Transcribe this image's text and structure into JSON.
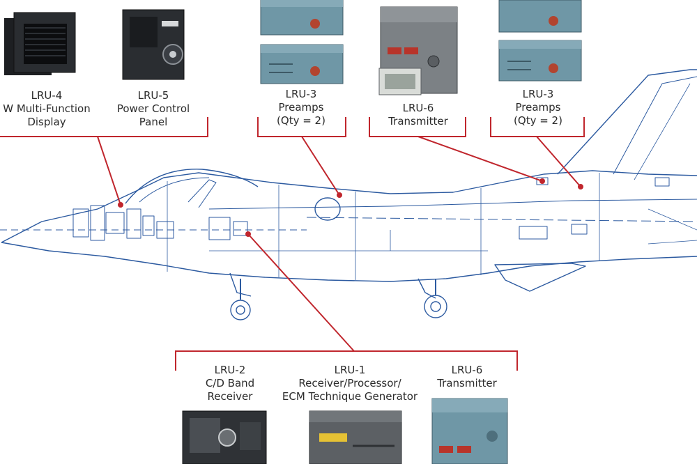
{
  "labels": {
    "lru4": {
      "code": "LRU-4",
      "line1": "W Multi-Function",
      "line2": "Display"
    },
    "lru5": {
      "code": "LRU-5",
      "line1": "Power Control",
      "line2": "Panel"
    },
    "lru3_left": {
      "code": "LRU-3",
      "line1": "Preamps",
      "line2": "(Qty = 2)"
    },
    "lru6_top": {
      "code": "LRU-6",
      "line1": "Transmitter"
    },
    "lru3_right": {
      "code": "LRU-3",
      "line1": "Preamps",
      "line2": "(Qty = 2)"
    },
    "lru2": {
      "code": "LRU-2",
      "line1": "C/D Band",
      "line2": "Receiver"
    },
    "lru1": {
      "code": "LRU-1",
      "line1": "Receiver/Processor/",
      "line2": "ECM Technique Generator"
    },
    "lru6_bottom": {
      "code": "LRU-6",
      "line1": "Transmitter"
    }
  },
  "colors": {
    "callout": "#c0262d",
    "airframe": "#2c5aa0",
    "unit_teal": "#6f97a6",
    "unit_dark": "#2a2d31",
    "unit_gray": "#7c8185"
  }
}
